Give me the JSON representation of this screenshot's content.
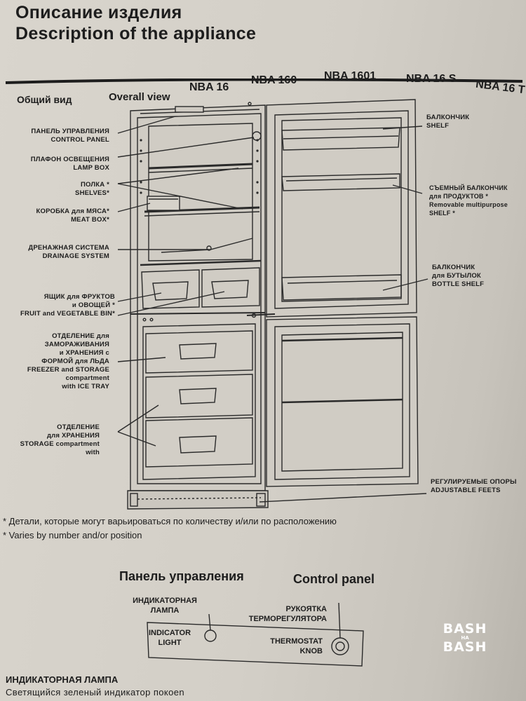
{
  "title_ru": "Описание изделия",
  "title_en": "Description of the appliance",
  "overview": {
    "general_view_ru": "Общий вид",
    "overall_view_en": "Overall view",
    "models": [
      "NBA 16",
      "NBA 160",
      "NBA 1601",
      "NBA 16 S",
      "NBA 16 T"
    ]
  },
  "labels_left": {
    "control_panel": [
      "ПАНЕЛЬ УПРАВЛЕНИЯ",
      "CONTROL PANEL"
    ],
    "lamp_box": [
      "ПЛАФОН ОСВЕЩЕНИЯ",
      "LAMP BOX"
    ],
    "shelves": [
      "ПОЛКА *",
      "SHELVES*"
    ],
    "meat_box": [
      "КОРОБКА для МЯСА*",
      "MEAT BOX*"
    ],
    "drainage": [
      "ДРЕНАЖНАЯ СИСТЕМА",
      "DRAINAGE SYSTEM"
    ],
    "veg_bin": [
      "ЯЩИК для ФРУКТОВ",
      "и ОВОЩЕЙ *",
      "FRUIT and VEGETABLE BIN*"
    ],
    "freezer": [
      "ОТДЕЛЕНИЕ для",
      "ЗАМОРАЖИВАНИЯ",
      "и ХРАНЕНИЯ с",
      "ФОРМОЙ для ЛЬДА",
      "FREEZER and STORAGE",
      "compartment",
      "with ICE TRAY"
    ],
    "storage": [
      "ОТДЕЛЕНИЕ",
      "для ХРАНЕНИЯ",
      "STORAGE compartment",
      "with"
    ]
  },
  "labels_right": {
    "shelf": [
      "БАЛКОНЧИК",
      "SHELF"
    ],
    "removable_shelf": [
      "СЪЕМНЫЙ БАЛКОНЧИК",
      "для ПРОДУКТОВ *",
      "Removable multipurpose",
      "SHELF *"
    ],
    "bottle_shelf": [
      "БАЛКОНЧИК",
      "для БУТЫЛОК",
      "BOTTLE SHELF"
    ],
    "feet": [
      "РЕГУЛИРУЕМЫЕ ОПОРЫ",
      "ADJUSTABLE FEETS"
    ]
  },
  "notes": [
    "* Детали, которые могут варьироваться по количеству и/или по расположению",
    "* Varies by number and/or position"
  ],
  "control_panel": {
    "title_ru": "Панель управления",
    "title_en": "Control panel",
    "indicator_ru": [
      "ИНДИКАТОРНАЯ",
      "ЛАМПА"
    ],
    "indicator_en": [
      "INDICATOR",
      "LIGHT"
    ],
    "knob_ru": [
      "РУКОЯТКА",
      "ТЕРМОРЕГУЛЯТОРА"
    ],
    "knob_en": [
      "THERMOSTAT",
      "KNOB"
    ]
  },
  "bottom": {
    "heading": "ИНДИКАТОРНАЯ ЛАМПА",
    "text": "Светящийся зеленый индикатор покоеn"
  },
  "watermark": {
    "top": "BASH",
    "middle": "НА",
    "bottom": "BASH"
  },
  "colors": {
    "ink": "#1d1d1d",
    "paper": "#d6d2ca",
    "watermark": "#ffffff"
  }
}
